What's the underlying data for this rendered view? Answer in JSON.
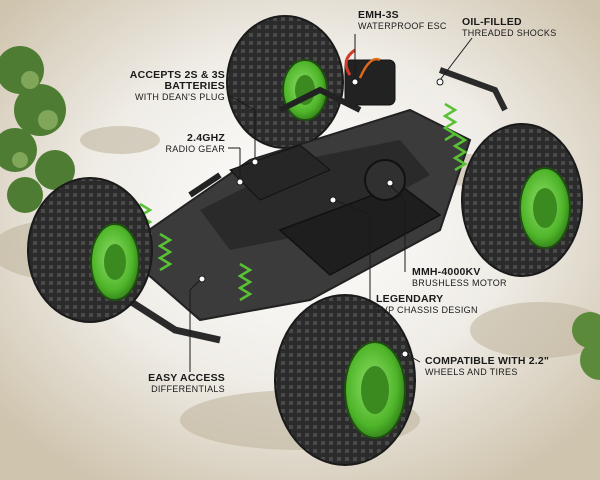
{
  "callouts": [
    {
      "id": "esc",
      "title": "EMH-3S",
      "subtitle": "WATERPROOF ESC"
    },
    {
      "id": "shocks",
      "title": "OIL-FILLED",
      "subtitle": "THREADED SHOCKS"
    },
    {
      "id": "batteries",
      "title": "ACCEPTS 2S & 3S",
      "title2": "BATTERIES",
      "subtitle": "WITH DEAN'S PLUG"
    },
    {
      "id": "radio",
      "title": "2.4GHZ",
      "subtitle": "RADIO GEAR"
    },
    {
      "id": "motor",
      "title": "MMH-4000KV",
      "subtitle": "BRUSHLESS MOTOR"
    },
    {
      "id": "chassis",
      "title": "LEGENDARY",
      "subtitle": "TVP CHASSIS DESIGN"
    },
    {
      "id": "wheels",
      "title": "COMPATIBLE WITH 2.2\"",
      "subtitle": "WHEELS AND TIRES"
    },
    {
      "id": "diffs",
      "title": "EASY ACCESS",
      "subtitle": "DIFFERENTIALS"
    }
  ],
  "colors": {
    "accent_green": "#59c234",
    "tire": "#2a2a2a",
    "chassis": "#3a3a3a",
    "text": "#1a1a1a",
    "ground": "#c9bea8"
  }
}
